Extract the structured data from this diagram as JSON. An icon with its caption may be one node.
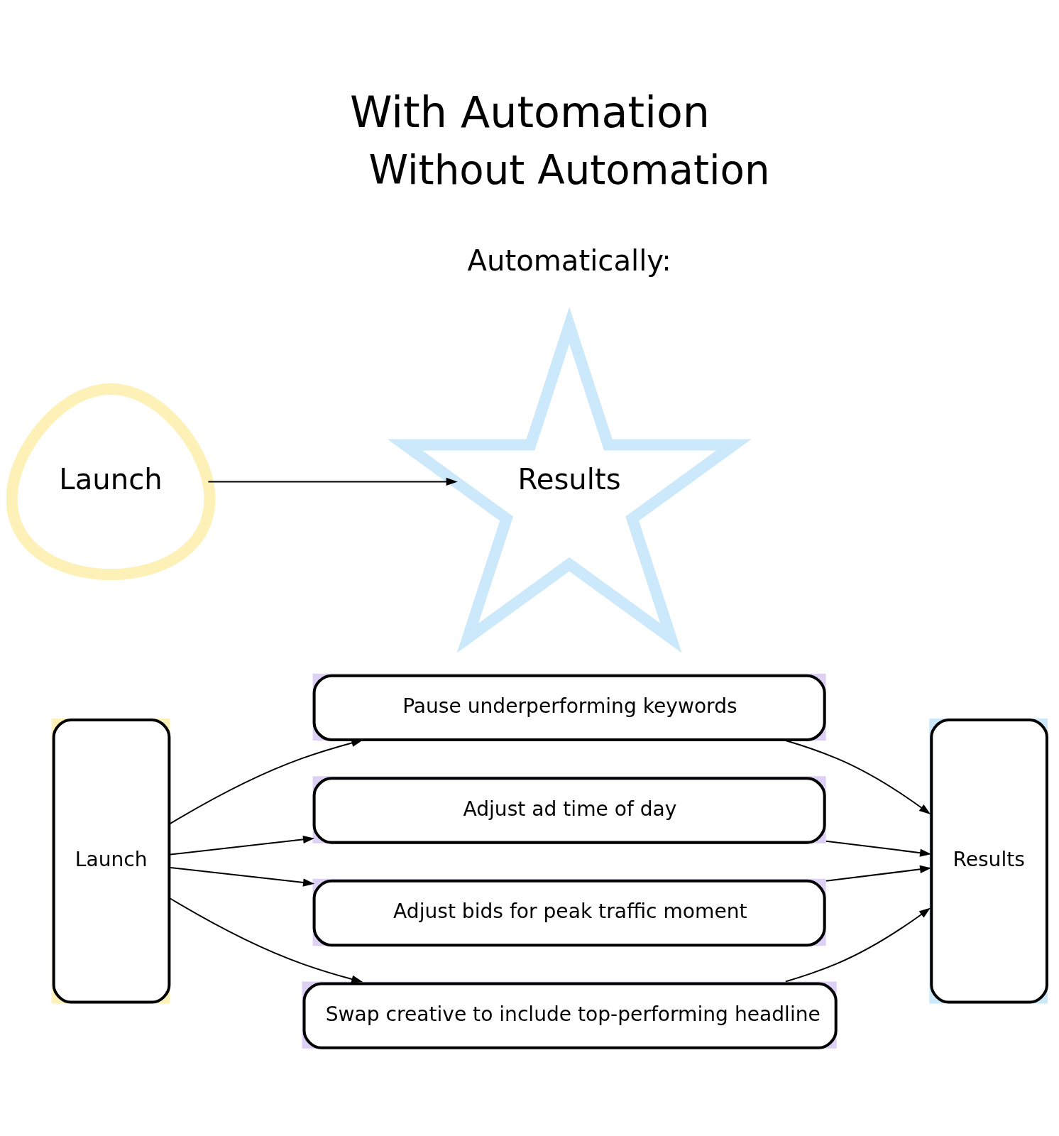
{
  "diagram": {
    "title": "With Automation",
    "nodes": [
      {
        "text": [
          "Launch"
        ]
      },
      {
        "text": [
          "Pause underperforming keywords"
        ]
      },
      {
        "text": [
          "Adjust ad time of day"
        ]
      },
      {
        "text": [
          "Adjust bids for peak traffic moment"
        ]
      },
      {
        "text": [
          "Swap creative to include top-performing headline"
        ]
      },
      {
        "text": [
          "Results"
        ]
      },
      {
        "text": [
          "Launch"
        ]
      },
      {
        "text": [
          "Results"
        ]
      }
    ],
    "edges": [
      {
        "from": 0,
        "to": 1,
        "arrow": "to"
      },
      {
        "from": 0,
        "to": 2,
        "arrow": "to"
      },
      {
        "from": 0,
        "to": 3,
        "arrow": "to"
      },
      {
        "from": 0,
        "to": 4,
        "arrow": "to"
      },
      {
        "from": 1,
        "to": 5,
        "arrow": "to"
      },
      {
        "from": 2,
        "to": 5,
        "arrow": "to"
      },
      {
        "from": 3,
        "to": 5,
        "arrow": "to"
      },
      {
        "from": 4,
        "to": 5,
        "arrow": "to"
      },
      {
        "from": 6,
        "to": 7,
        "arrow": "to"
      }
    ],
    "labels": [
      "Automatically:",
      "Without Automation"
    ]
  }
}
